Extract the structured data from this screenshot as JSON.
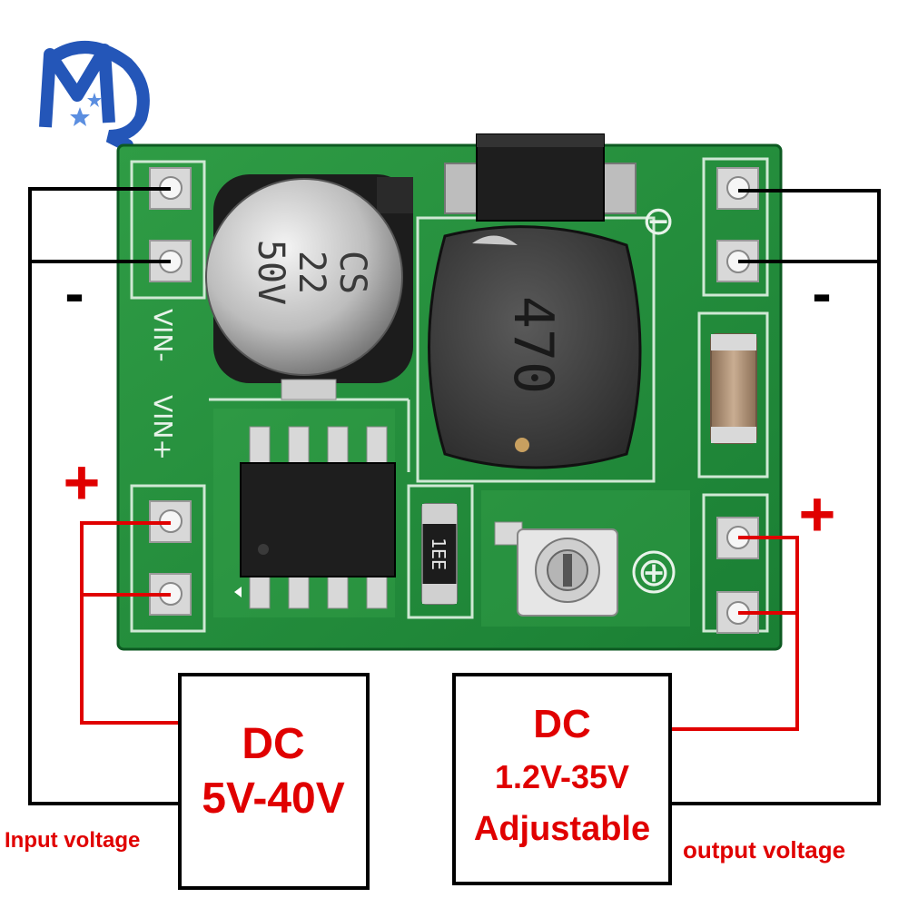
{
  "logo": {
    "text": "MQ",
    "icon": "mq-logo"
  },
  "board": {
    "cap_lines": [
      "CS",
      "22",
      "50V"
    ],
    "inductor_code": "470",
    "resistor_code": "1EE",
    "silk_vin_minus": "VIN-",
    "silk_vin_plus": "VIN+",
    "silk_out_minus": "⊖",
    "silk_out_plus": "⊕"
  },
  "input": {
    "minus_symbol": "-",
    "plus_symbol": "+",
    "box_line1": "DC",
    "box_line2": "5V-40V",
    "caption": "Input voltage"
  },
  "output": {
    "minus_symbol": "-",
    "plus_symbol": "+",
    "box_line1": "DC",
    "box_line2": "1.2V-35V",
    "box_line3": "Adjustable",
    "caption": "output voltage"
  },
  "colors": {
    "pcb": "#1f8a3a",
    "pcb_light": "#3aa64e",
    "label_red": "#e00000",
    "wire_red": "#e00000",
    "wire_black": "#000000",
    "logo_blue": "#2456b8"
  }
}
